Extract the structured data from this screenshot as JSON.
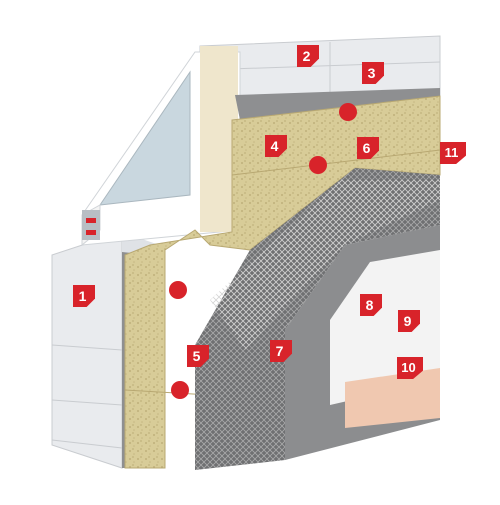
{
  "diagram": {
    "colors": {
      "accent": "#d8232a",
      "block": "#e9ebee",
      "mineral_wool": "#d8cc98",
      "adhesive": "#8e8f91",
      "base_coat": "#6f7072",
      "mesh": "#e2e2e2",
      "primer": "#f3f3f3",
      "plaster": "#f0c8b0",
      "window_frame": "#ffffff",
      "glass": "#c9d7df"
    },
    "markers": [
      {
        "id": "1",
        "label": "1"
      },
      {
        "id": "2",
        "label": "2"
      },
      {
        "id": "3",
        "label": "3"
      },
      {
        "id": "4",
        "label": "4"
      },
      {
        "id": "5",
        "label": "5"
      },
      {
        "id": "6",
        "label": "6"
      },
      {
        "id": "7",
        "label": "7"
      },
      {
        "id": "8",
        "label": "8"
      },
      {
        "id": "9",
        "label": "9"
      },
      {
        "id": "10",
        "label": "10"
      },
      {
        "id": "11",
        "label": "11"
      }
    ]
  }
}
